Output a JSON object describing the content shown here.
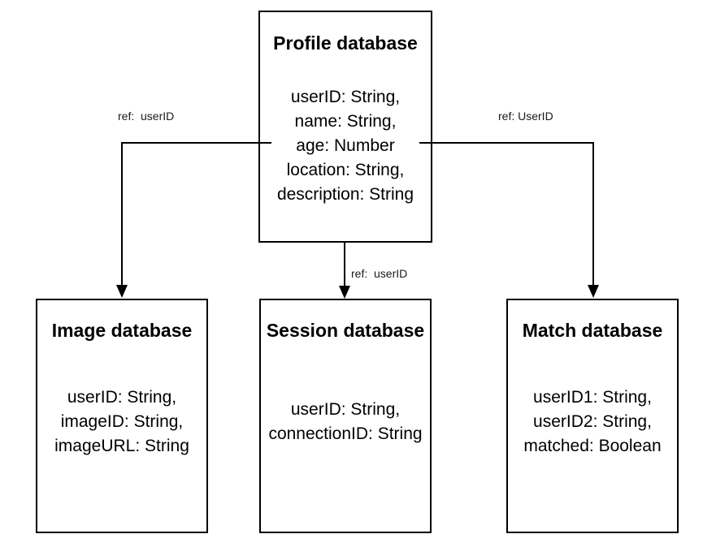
{
  "diagram": {
    "title_hidden": "",
    "boxes": [
      {
        "id": "profile",
        "title": "Profile database",
        "fields": "userID: String,\nname: String,\nage: Number\nlocation: String,\ndescription: String"
      },
      {
        "id": "image",
        "title": "Image database",
        "fields": "userID: String,\nimageID: String,\nimageURL: String"
      },
      {
        "id": "session",
        "title": "Session database",
        "fields": "userID: String,\nconnectionID: String"
      },
      {
        "id": "match",
        "title": "Match database",
        "fields": "userID1: String,\nuserID2: String,\nmatched: Boolean"
      }
    ],
    "edges": [
      {
        "id": "profile-to-image",
        "label": "ref:  userID"
      },
      {
        "id": "profile-to-session",
        "label": "ref:  userID"
      },
      {
        "id": "profile-to-match",
        "label": "ref: UserID"
      }
    ],
    "colors": {
      "stroke": "#000000",
      "background": "#ffffff",
      "label_text": "#1a1a1a"
    }
  }
}
